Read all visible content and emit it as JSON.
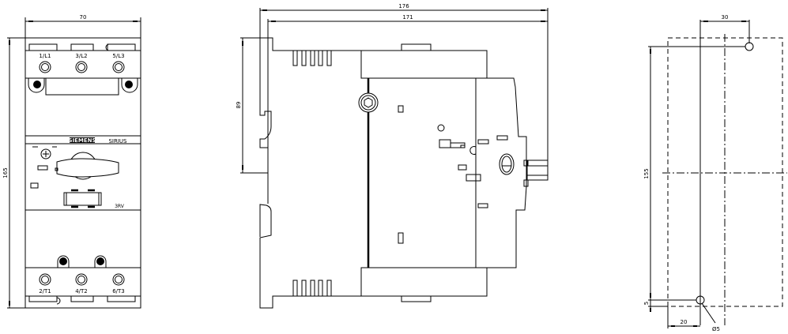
{
  "front_view": {
    "width_dim": "70",
    "height_dim": "165",
    "top_terminals": [
      "1/L1",
      "3/L2",
      "5/L3"
    ],
    "bottom_terminals": [
      "2/T1",
      "4/T2",
      "6/T3"
    ],
    "brand_logo": "SIEMENS",
    "product_line": "SIRIUS",
    "model_mark": "3RV"
  },
  "side_view": {
    "overall_depth_dim": "176",
    "body_depth_dim": "171",
    "rail_height_dim": "89"
  },
  "mounting_view": {
    "hole_spacing_horizontal": "30",
    "hole_spacing_vertical": "155",
    "edge_offset": "5",
    "left_offset": "20",
    "hole_diameter": "Ø5"
  }
}
